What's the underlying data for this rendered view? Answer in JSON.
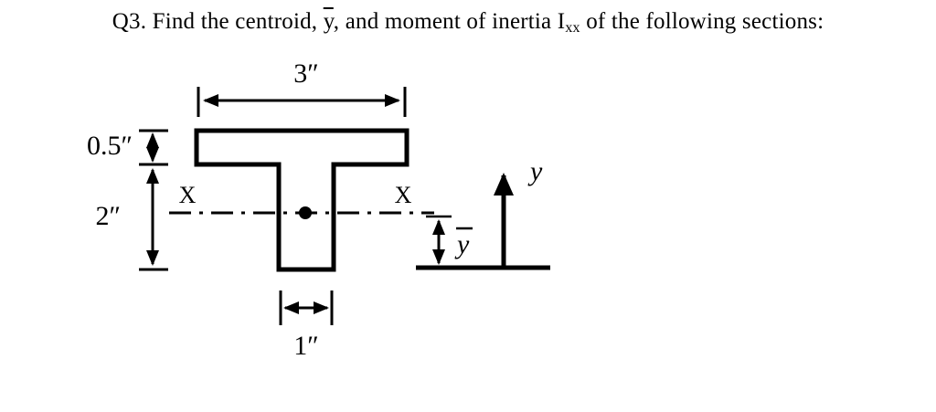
{
  "title": {
    "part1": "Q3. Find the centroid, ",
    "ybar": "y",
    "part2": ", and moment of inertia I",
    "subscript": "xx",
    "part3": " of the following sections:"
  },
  "diagram": {
    "dim_flange_width": "3″",
    "dim_flange_thickness": "0.5″",
    "dim_stem_height": "2″",
    "dim_stem_width": "1″",
    "axis_label_left": "X",
    "axis_label_right": "X",
    "y_axis_label": "y",
    "centroid_distance_label": "y"
  }
}
